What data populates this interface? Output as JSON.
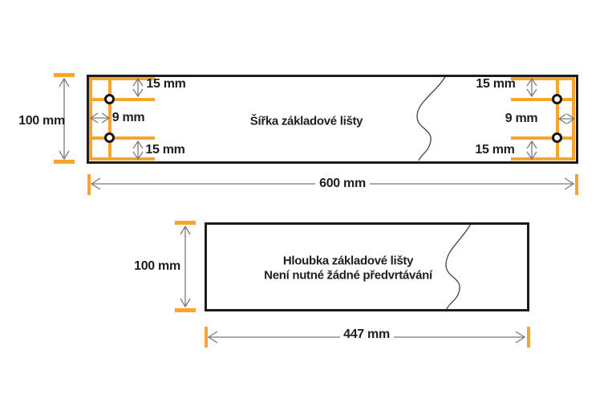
{
  "figure_top": {
    "caption": "Šířka základové lišty",
    "dims": {
      "height": "100 mm",
      "width": "600 mm",
      "hole_edge_top_left": "15 mm",
      "hole_edge_bottom_left": "15 mm",
      "hole_side_left": "9 mm",
      "hole_edge_top_right": "15 mm",
      "hole_edge_bottom_right": "15 mm",
      "hole_side_right": "9 mm"
    }
  },
  "figure_bottom": {
    "caption_line1": "Hloubka základové lišty",
    "caption_line2": "Není nutné žádné předvrtávání",
    "dims": {
      "height": "100 mm",
      "width": "447 mm"
    }
  },
  "colors": {
    "accent_orange": "#F5A42C",
    "outline_black": "#1C1C1C",
    "dim_line_gray": "#7A7A7A",
    "break_line_gray": "#434343",
    "text_black": "#1E1E1E",
    "background": "#FFFFFF"
  }
}
